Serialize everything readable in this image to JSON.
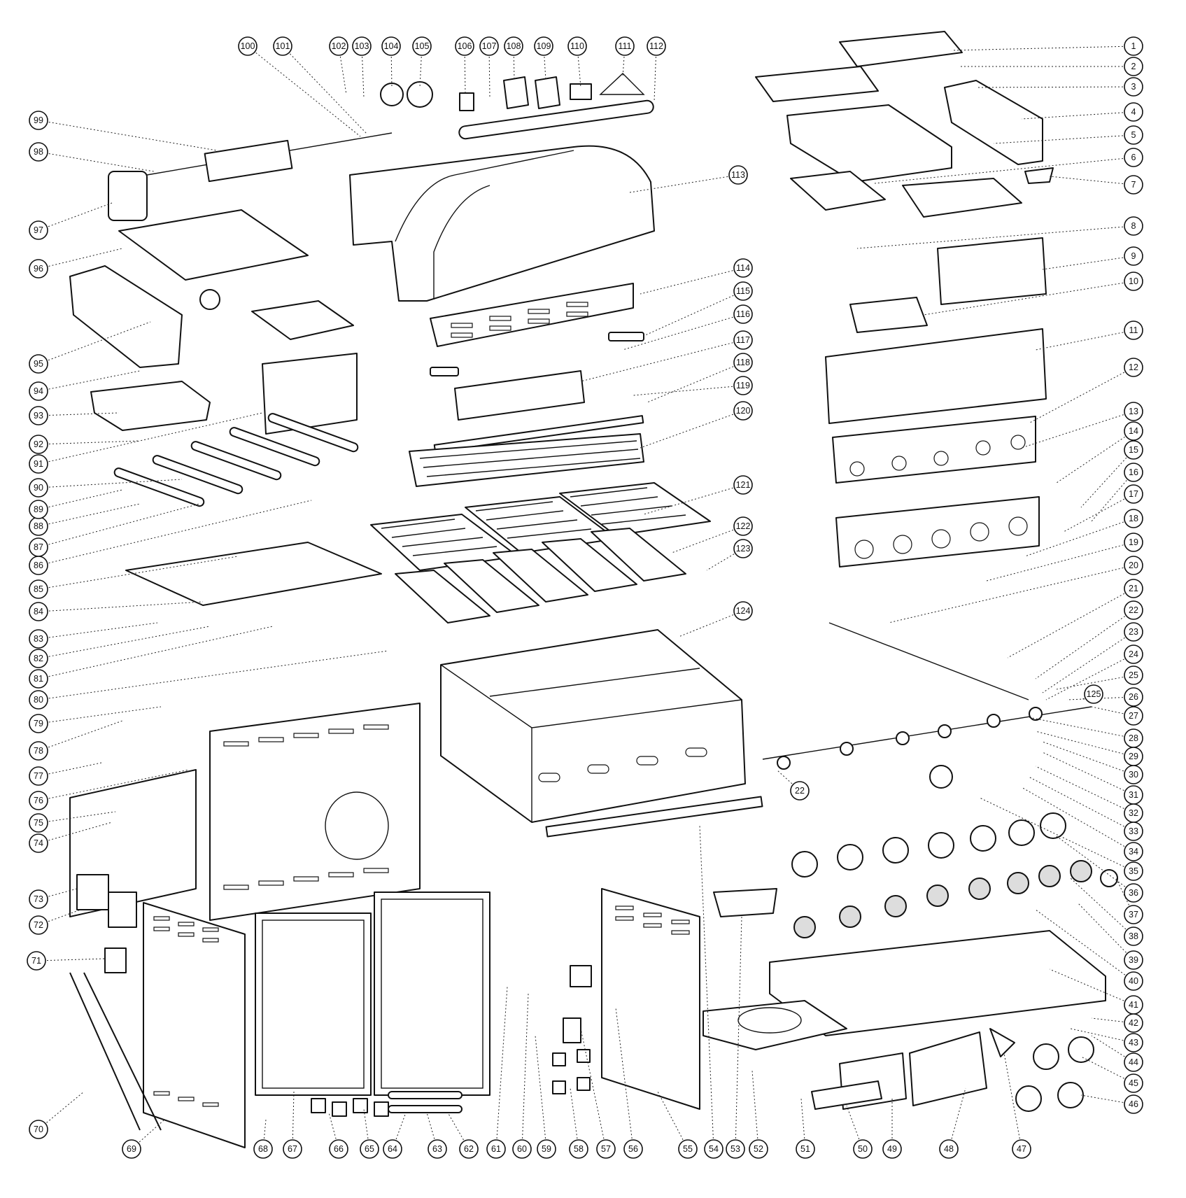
{
  "diagram": {
    "callouts": [
      {
        "label": "1"
      },
      {
        "label": "2"
      },
      {
        "label": "3"
      },
      {
        "label": "4"
      },
      {
        "label": "5"
      },
      {
        "label": "6"
      },
      {
        "label": "7"
      },
      {
        "label": "8"
      },
      {
        "label": "9"
      },
      {
        "label": "10"
      },
      {
        "label": "11"
      },
      {
        "label": "12"
      },
      {
        "label": "13"
      },
      {
        "label": "14"
      },
      {
        "label": "15"
      },
      {
        "label": "16"
      },
      {
        "label": "17"
      },
      {
        "label": "18"
      },
      {
        "label": "19"
      },
      {
        "label": "20"
      },
      {
        "label": "21"
      },
      {
        "label": "22"
      },
      {
        "label": "23"
      },
      {
        "label": "24"
      },
      {
        "label": "25"
      },
      {
        "label": "26"
      },
      {
        "label": "27"
      },
      {
        "label": "28"
      },
      {
        "label": "29"
      },
      {
        "label": "30"
      },
      {
        "label": "31"
      },
      {
        "label": "32"
      },
      {
        "label": "33"
      },
      {
        "label": "34"
      },
      {
        "label": "35"
      },
      {
        "label": "36"
      },
      {
        "label": "37"
      },
      {
        "label": "38"
      },
      {
        "label": "39"
      },
      {
        "label": "40"
      },
      {
        "label": "41"
      },
      {
        "label": "42"
      },
      {
        "label": "43"
      },
      {
        "label": "44"
      },
      {
        "label": "45"
      },
      {
        "label": "46"
      },
      {
        "label": "47"
      },
      {
        "label": "48"
      },
      {
        "label": "49"
      },
      {
        "label": "50"
      },
      {
        "label": "51"
      },
      {
        "label": "52"
      },
      {
        "label": "53"
      },
      {
        "label": "54"
      },
      {
        "label": "55"
      },
      {
        "label": "56"
      },
      {
        "label": "57"
      },
      {
        "label": "58"
      },
      {
        "label": "59"
      },
      {
        "label": "60"
      },
      {
        "label": "61"
      },
      {
        "label": "62"
      },
      {
        "label": "63"
      },
      {
        "label": "64"
      },
      {
        "label": "65"
      },
      {
        "label": "66"
      },
      {
        "label": "67"
      },
      {
        "label": "68"
      },
      {
        "label": "69"
      },
      {
        "label": "70"
      },
      {
        "label": "71"
      },
      {
        "label": "72"
      },
      {
        "label": "73"
      },
      {
        "label": "74"
      },
      {
        "label": "75"
      },
      {
        "label": "76"
      },
      {
        "label": "77"
      },
      {
        "label": "78"
      },
      {
        "label": "79"
      },
      {
        "label": "80"
      },
      {
        "label": "81"
      },
      {
        "label": "82"
      },
      {
        "label": "83"
      },
      {
        "label": "84"
      },
      {
        "label": "85"
      },
      {
        "label": "86"
      },
      {
        "label": "87"
      },
      {
        "label": "88"
      },
      {
        "label": "89"
      },
      {
        "label": "90"
      },
      {
        "label": "91"
      },
      {
        "label": "92"
      },
      {
        "label": "93"
      },
      {
        "label": "94"
      },
      {
        "label": "95"
      },
      {
        "label": "96"
      },
      {
        "label": "97"
      },
      {
        "label": "98"
      },
      {
        "label": "99"
      },
      {
        "label": "100"
      },
      {
        "label": "101"
      },
      {
        "label": "102"
      },
      {
        "label": "103"
      },
      {
        "label": "104"
      },
      {
        "label": "105"
      },
      {
        "label": "106"
      },
      {
        "label": "107"
      },
      {
        "label": "108"
      },
      {
        "label": "109"
      },
      {
        "label": "110"
      },
      {
        "label": "111"
      },
      {
        "label": "112"
      },
      {
        "label": "113"
      },
      {
        "label": "114"
      },
      {
        "label": "115"
      },
      {
        "label": "116"
      },
      {
        "label": "117"
      },
      {
        "label": "118"
      },
      {
        "label": "119"
      },
      {
        "label": "120"
      },
      {
        "label": "121"
      },
      {
        "label": "122"
      },
      {
        "label": "123"
      },
      {
        "label": "124"
      },
      {
        "label": "125"
      },
      {
        "label": "22"
      },
      {
        "label": "27"
      }
    ]
  }
}
